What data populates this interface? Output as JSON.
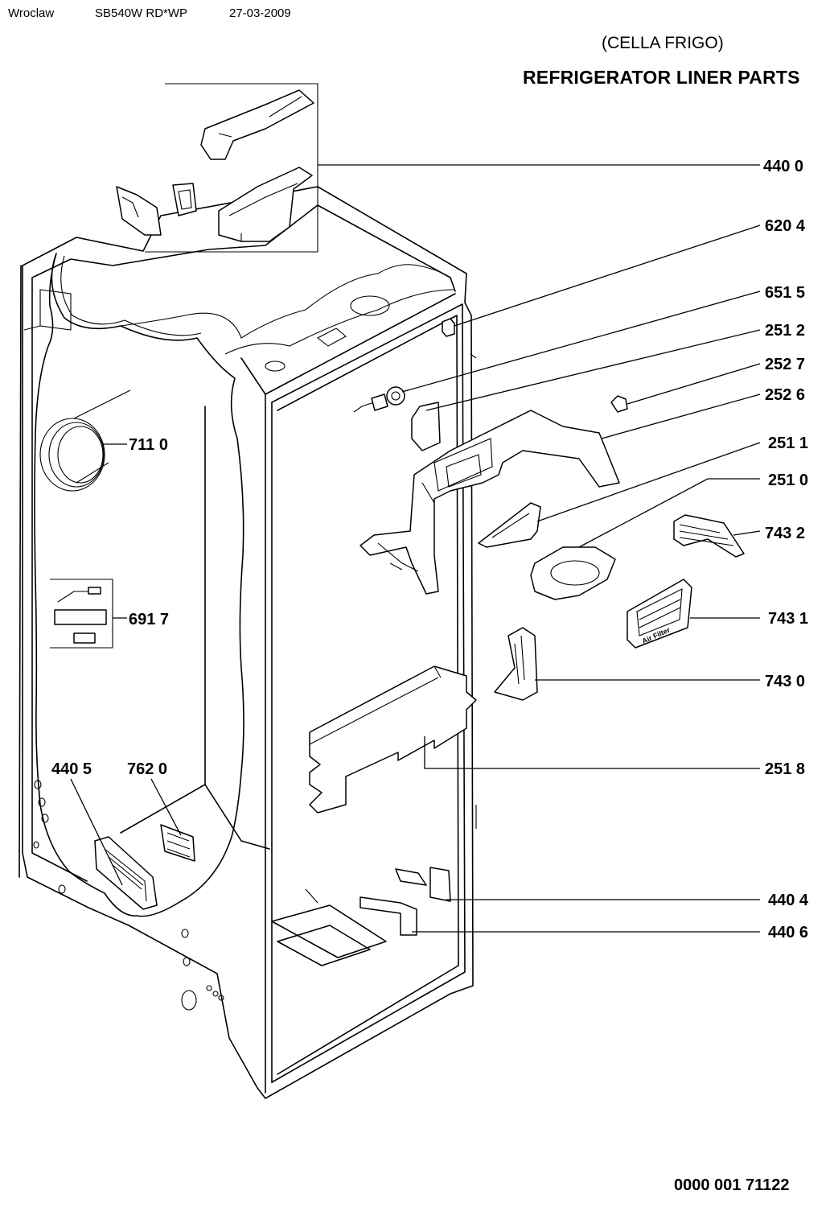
{
  "header": {
    "location": "Wroclaw",
    "model": "SB540W  RD*WP",
    "date": "27-03-2009"
  },
  "title": {
    "subtitle": "(CELLA FRIGO)",
    "main": "REFRIGERATOR LINER PARTS"
  },
  "callouts": [
    {
      "id": "c4400",
      "code": "440 0"
    },
    {
      "id": "c6204",
      "code": "620 4"
    },
    {
      "id": "c6515",
      "code": "651 5"
    },
    {
      "id": "c2512",
      "code": "251 2"
    },
    {
      "id": "c2527",
      "code": "252 7"
    },
    {
      "id": "c2526",
      "code": "252 6"
    },
    {
      "id": "c2511",
      "code": "251 1"
    },
    {
      "id": "c2510",
      "code": "251 0"
    },
    {
      "id": "c7432",
      "code": "743 2"
    },
    {
      "id": "c7431",
      "code": "743 1"
    },
    {
      "id": "c7430",
      "code": "743 0"
    },
    {
      "id": "c2518",
      "code": "251 8"
    },
    {
      "id": "c4404",
      "code": "440 4"
    },
    {
      "id": "c4406",
      "code": "440 6"
    },
    {
      "id": "c7110",
      "code": "711 0"
    },
    {
      "id": "c6917",
      "code": "691 7"
    },
    {
      "id": "c4405",
      "code": "440 5"
    },
    {
      "id": "c7620",
      "code": "762 0"
    }
  ],
  "parts_text": {
    "air_filter": "Air Filter"
  },
  "document_code": "0000 001 71122"
}
